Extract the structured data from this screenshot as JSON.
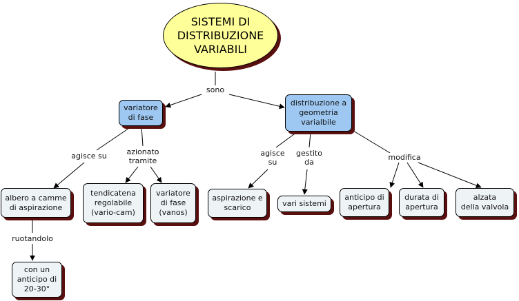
{
  "diagram": {
    "title": "SISTEMI DI\nDISTRIBUZIONE\nVARIABILI",
    "nodes": {
      "variatore_di_fase": "variatore\ndi fase",
      "distribuzione_geometria": "distribuzione a\ngeometria\nvarialbile",
      "albero_camme": "albero a camme\ndi aspirazione",
      "tendicatena": "tendicatena\nregolabile\n(vario-cam)",
      "variatore_vanos": "variatore\ndi fase\n(vanos)",
      "anticipo_20_30": "con un\nanticipo di\n20-30°",
      "aspirazione_scarico": "aspirazione e\nscarico",
      "vari_sistemi": "vari sistemi",
      "anticipo_apertura": "anticipo di\napertura",
      "durata_apertura": "durata di\napertura",
      "alzata_valvola": "alzata\ndella valvola"
    },
    "links": {
      "sono": "sono",
      "agisce_su_1": "agisce su",
      "azionato_tramite": "azionato\ntramite",
      "ruotandolo": "ruotandolo",
      "agisce_su_2": "agisce\nsu",
      "gestito_da": "gestito\nda",
      "modifica": "modifica"
    },
    "colors": {
      "title_fill": "#ffff99",
      "primary_fill": "#9ec8f2",
      "secondary_fill": "#eef3f6",
      "shadow": "#5a0f0f"
    }
  }
}
